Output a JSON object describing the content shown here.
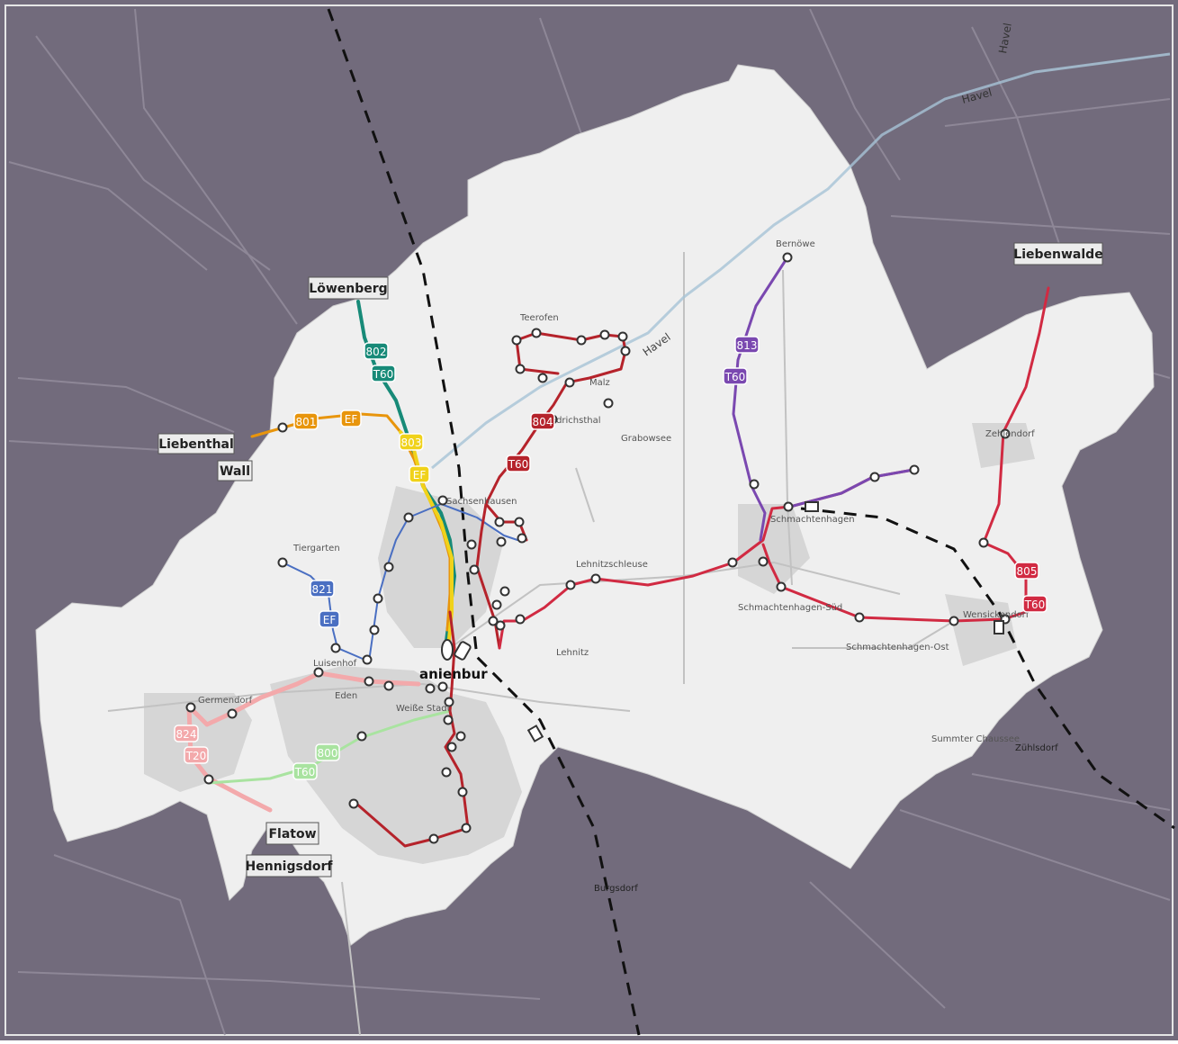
{
  "colors": {
    "background": "#6f6878",
    "outside_area": "#7a7384",
    "service_area": "#efefef",
    "service_area_light": "#f6f6f6",
    "urban": "#d4d4d4",
    "road_outside": "#8f8a98",
    "railway": "#1a1a1a",
    "line_red": "#b5232b",
    "line_crimson": "#d12a42",
    "line_teal": "#178a78",
    "line_orange": "#e8950c",
    "line_yellow": "#f0d21a",
    "line_blue": "#4a6fc2",
    "line_purple": "#7a48b0",
    "line_pink": "#f3a9ab",
    "line_lightgreen": "#a9e3a0",
    "stop_fill": "#ffffff",
    "stop_stroke": "#333333"
  },
  "destinations": [
    {
      "id": "loewenberg",
      "label": "Löwenberg"
    },
    {
      "id": "liebenwalde",
      "label": "Liebenwalde"
    },
    {
      "id": "liebenthal",
      "label": "Liebenthal"
    },
    {
      "id": "wall",
      "label": "Wall"
    },
    {
      "id": "flatow",
      "label": "Flatow"
    },
    {
      "id": "hennigsdorf",
      "label": "Hennigsdorf"
    }
  ],
  "line_badges": [
    {
      "id": "b802",
      "label": "802",
      "color": "line_teal"
    },
    {
      "id": "bT60_teal",
      "label": "T60",
      "color": "line_teal"
    },
    {
      "id": "b801",
      "label": "801",
      "color": "line_orange"
    },
    {
      "id": "bEF_orange",
      "label": "EF",
      "color": "line_orange"
    },
    {
      "id": "b803",
      "label": "803",
      "color": "line_yellow"
    },
    {
      "id": "bEF_yellow",
      "label": "EF",
      "color": "line_yellow"
    },
    {
      "id": "b804",
      "label": "804",
      "color": "line_red"
    },
    {
      "id": "bT60_red",
      "label": "T60",
      "color": "line_red"
    },
    {
      "id": "b813",
      "label": "813",
      "color": "line_purple"
    },
    {
      "id": "bT60_purple",
      "label": "T60",
      "color": "line_purple"
    },
    {
      "id": "b821",
      "label": "821",
      "color": "line_blue"
    },
    {
      "id": "bEF_blue",
      "label": "EF",
      "color": "line_blue"
    },
    {
      "id": "b805",
      "label": "805",
      "color": "line_crimson"
    },
    {
      "id": "bT60_crimson",
      "label": "T60",
      "color": "line_crimson"
    },
    {
      "id": "b824",
      "label": "824",
      "color": "line_pink"
    },
    {
      "id": "bT20",
      "label": "T20",
      "color": "line_pink"
    },
    {
      "id": "b800",
      "label": "800",
      "color": "line_lightgreen"
    },
    {
      "id": "bT60_green",
      "label": "T60",
      "color": "line_lightgreen"
    }
  ],
  "place_labels": {
    "oranienburg": "anienbur",
    "havel_main": "Havel",
    "havel_ne": "Havel",
    "havel_nne": "Havel",
    "schmachtenhagen": "Schmachtenhagen",
    "schmachtenhagen_sued": "Schmachtenhagen-Süd",
    "schmachtenhagen_ost": "Schmachtenhagen-Ost",
    "lehnitz": "Lehnitz",
    "eden": "Eden",
    "weisse_stadt": "Weiße Stadt",
    "germendorf": "Germendorf",
    "tiergarten": "Tiergarten",
    "zuehlsdorf": "Zühlsdorf",
    "burgsdorf": "Burgsdorf",
    "summter_chaussee": "Summter Chaussee",
    "sachsenhausen": "Sachsenhausen",
    "lehnitzschleuse": "Lehnitzschleuse",
    "zehlendorf": "Zehlendorf",
    "wensickendorf": "Wensickendorf",
    "bernoewe": "Bernöwe",
    "teerofen": "Teerofen",
    "friedrichsthal": "Friedrichsthal",
    "malz": "Malz",
    "grabowsee": "Grabowsee",
    "luisenhof": "Luisenhof"
  }
}
